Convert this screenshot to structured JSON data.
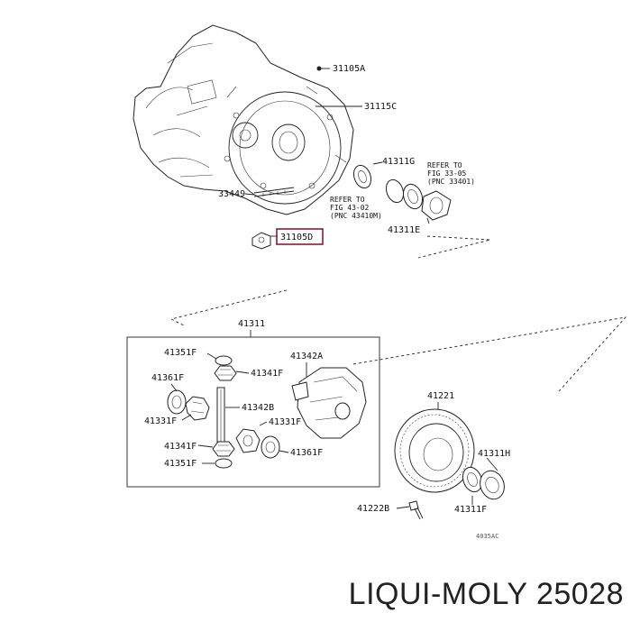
{
  "diagram": {
    "labels": {
      "p31105A": "31105A",
      "p31115C": "31115C",
      "p41311G": "41311G",
      "ref1_l1": "REFER TO",
      "ref1_l2": "FIG 33-05",
      "ref1_l3": "(PNC 33401)",
      "p33449": "33449",
      "ref2_l1": "REFER TO",
      "ref2_l2": "FIG 43-02",
      "ref2_l3": "(PNC 43410M)",
      "p31105D": "31105D",
      "p41311E": "41311E",
      "p41311": "41311",
      "p41351F_a": "41351F",
      "p41341F_a": "41341F",
      "p41342A": "41342A",
      "p41361F_a": "41361F",
      "p41342B": "41342B",
      "p41331F_a": "41331F",
      "p41331F_b": "41331F",
      "p41341F_b": "41341F",
      "p41361F_b": "41361F",
      "p41351F_b": "41351F",
      "p41221": "41221",
      "p41311H": "41311H",
      "p41311F": "41311F",
      "p41222B": "41222B",
      "code": "4035AC"
    },
    "highlight_color": "#8b1a3a"
  },
  "brand": {
    "text": "LIQUI-MOLY 25028"
  }
}
